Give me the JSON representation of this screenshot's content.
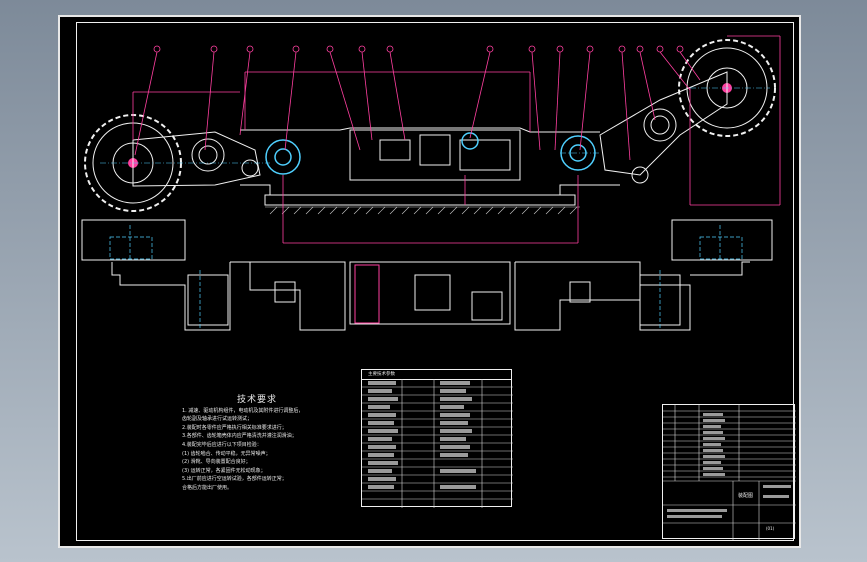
{
  "drawing": {
    "tech_requirements": {
      "title": "技术要求",
      "lines": [
        "1. 减速、驱动机构组件，电动机及其附件进行调整后，",
        "   齿轮副及轴承进行试运转测试；",
        "2.装配时各零件应严格执行相关标准要求进行；",
        "3.各部件、齿轮箱壳体内应严格清洗并灌注润滑油；",
        "4.装配完毕后应进行以下项目检验：",
        "   (1) 齿轮啮合、传动平稳，无异常噪声；",
        "   (2) 滑靴、导向装置配合良好；",
        "   (3) 运转正常，各紧固件无松动现象；",
        "5.出厂前应进行空运转试验，各部件运转正常；",
        "   合格后方能出厂使用。"
      ]
    },
    "parameters_table": {
      "header": "主要技术参数"
    },
    "title_block": {
      "label": "装配图",
      "drawing_no": "(01)"
    }
  }
}
